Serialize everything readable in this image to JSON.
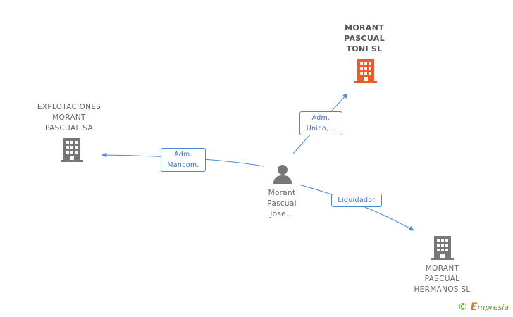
{
  "nodes": {
    "company_toni": {
      "label": "MORANT\nPASCUAL\nTONI SL",
      "color": "#f05a28"
    },
    "company_explotaciones": {
      "label": "EXPLOTACIONES\nMORANT\nPASCUAL SA",
      "color": "#777777"
    },
    "company_hermanos": {
      "label": "MORANT\nPASCUAL\nHERMANOS SL",
      "color": "#777777"
    },
    "person": {
      "label": "Morant\nPascual\nJose..."
    }
  },
  "edges": {
    "to_toni": {
      "label": "Adm.\nUnico,..."
    },
    "to_explotaciones": {
      "label": "Adm.\nMancom."
    },
    "to_hermanos": {
      "label": "Liquidador"
    }
  },
  "colors": {
    "edge": "#4a86d4",
    "edge_label_text": "#3a6fb5",
    "person_icon": "#777777"
  },
  "brand": {
    "copyright_symbol": "©",
    "initial": "E",
    "name": "mpresia"
  }
}
